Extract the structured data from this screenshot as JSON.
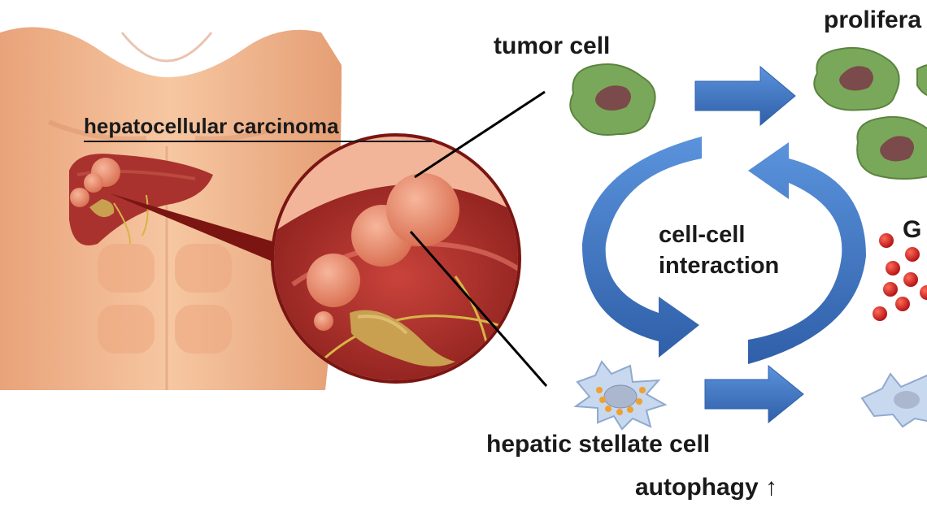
{
  "labels": {
    "hcc": "hepatocellular carcinoma",
    "tumor_cell": "tumor cell",
    "proliferation": "prolifera",
    "cell_cell_line1": "cell-cell",
    "cell_cell_line2": "interaction",
    "g_partial": "G",
    "stellate": "hepatic stellate cell",
    "autophagy": "autophagy ↑"
  },
  "colors": {
    "skin": "#f2b98e",
    "liver": "#a9322e",
    "tumor": "#e38a6a",
    "gallbladder": "#c8a050",
    "tumor_cell_body": "#7aa85a",
    "tumor_cell_nucleus": "#7b4a4a",
    "arrow_blue": "#3f78c6",
    "red_dot": "#d71d1d",
    "stellate_cell": "#c8d8ee",
    "stellate_dot": "#f0a030"
  }
}
